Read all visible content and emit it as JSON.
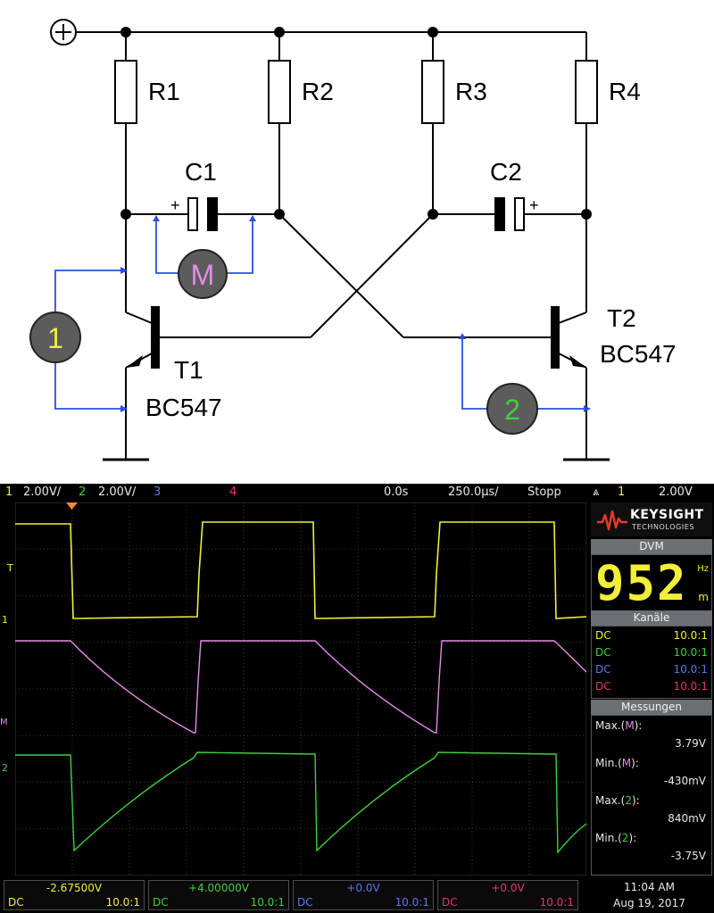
{
  "schematic": {
    "resistors": [
      "R1",
      "R2",
      "R3",
      "R4"
    ],
    "capacitors": [
      "C1",
      "C2"
    ],
    "polarity": "+",
    "transistors": [
      {
        "name": "T1",
        "model": "BC547"
      },
      {
        "name": "T2",
        "model": "BC547"
      }
    ],
    "probes": [
      "1",
      "M",
      "2"
    ]
  },
  "scope": {
    "topbar": {
      "ch1_num": "1",
      "ch1_scale": "2.00V/",
      "ch2_num": "2",
      "ch2_scale": "2.00V/",
      "ch3_num": "3",
      "ch4_num": "4",
      "time_offset": "0.0s",
      "time_scale": "250.0µs/",
      "run_state": "Stopp",
      "trigger_icon": "⩓",
      "trigger_ch": "1",
      "trigger_level": "2.00V"
    },
    "brand": {
      "name": "KEYSIGHT",
      "sub": "TECHNOLOGIES"
    },
    "dvm": {
      "title": "DVM",
      "value": "952",
      "unit_hz": "Hz",
      "unit_m": "m"
    },
    "channels_title": "Kanäle",
    "channels": [
      {
        "coupling": "DC",
        "ratio": "10.0:1"
      },
      {
        "coupling": "DC",
        "ratio": "10.0:1"
      },
      {
        "coupling": "DC",
        "ratio": "10.0:1"
      },
      {
        "coupling": "DC",
        "ratio": "10.0:1"
      }
    ],
    "measurements_title": "Messungen",
    "measurements": [
      {
        "label_pre": "Max.(",
        "label_ch": "M",
        "label_post": "):",
        "value": "3.79V"
      },
      {
        "label_pre": "Min.(",
        "label_ch": "M",
        "label_post": "):",
        "value": "-430mV"
      },
      {
        "label_pre": "Max.(",
        "label_ch": "2",
        "label_post": "):",
        "value": "840mV"
      },
      {
        "label_pre": "Min.(",
        "label_ch": "2",
        "label_post": "):",
        "value": "-3.75V"
      }
    ],
    "bottom": [
      {
        "value": "-2.67500V",
        "coupling": "DC",
        "ratio": "10.0:1"
      },
      {
        "value": "+4.00000V",
        "coupling": "DC",
        "ratio": "10.0:1"
      },
      {
        "value": "+0.0V",
        "coupling": "DC",
        "ratio": "10.0:1"
      },
      {
        "value": "+0.0V",
        "coupling": "DC",
        "ratio": "10.0:1"
      }
    ],
    "markers": {
      "trig": "T",
      "ch1": "1",
      "chM": "M",
      "ch2": "2"
    },
    "clock": {
      "time": "11:04 AM",
      "date": "Aug 19, 2017"
    }
  }
}
